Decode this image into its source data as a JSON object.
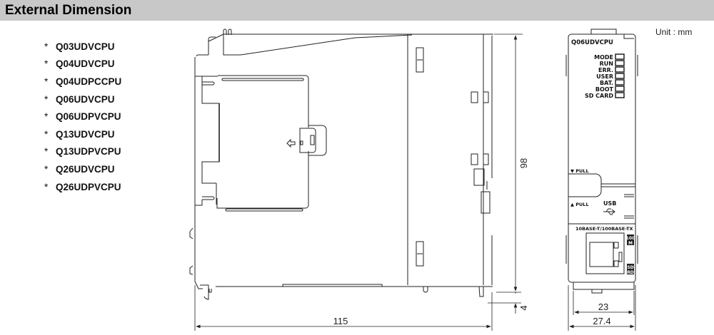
{
  "header": {
    "title": "External Dimension"
  },
  "models": {
    "bullet": "*",
    "items": [
      "Q03UDVCPU",
      "Q04UDVCPU",
      "Q04UDPCCPU",
      "Q06UDVCPU",
      "Q06UDPVCPU",
      "Q13UDVCPU",
      "Q13UDPVCPU",
      "Q26UDVCPU",
      "Q26UDPVCPU"
    ]
  },
  "unit_label": "Unit : mm",
  "side_view": {
    "width_dim": "115",
    "height_dim": "98",
    "bottom_dim": "4"
  },
  "front_view": {
    "model_label": "Q06UDVCPU",
    "leds": [
      "MODE",
      "RUN",
      "ERR.",
      "USER",
      "BAT.",
      "BOOT",
      "SD CARD"
    ],
    "pull_top": "▼ PULL",
    "pull_bottom": "▲ PULL",
    "usb_label": "USB",
    "ethernet_label": "10BASE-T/100BASE-TX",
    "badge_100m": [
      "100",
      "M"
    ],
    "badge_sdrd": [
      "SD",
      "RD"
    ],
    "inner_width_dim": "23",
    "outer_width_dim": "27.4"
  }
}
